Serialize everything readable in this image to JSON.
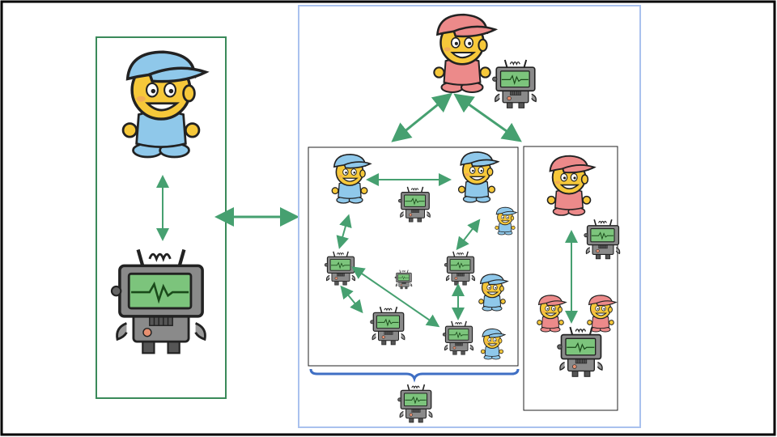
{
  "colors": {
    "frame": "#000000",
    "left_panel": "#3a8a5a",
    "right_panel": "#a9c1ee",
    "arrow": "#46a070",
    "brace": "#3f6fc4",
    "blue_char": "#8fc8ea",
    "pink_char": "#ec8a8a",
    "skin": "#f6c83a",
    "robot_body": "#8a8a8a",
    "robot_screen": "#7cc47c"
  },
  "icons": {
    "human": "child-character-icon",
    "robot": "tv-robot-icon"
  },
  "left_group": {
    "members": [
      "blue-child",
      "robot"
    ]
  },
  "right_group": {
    "top_pair": [
      "pink-child",
      "robot"
    ],
    "inner_network": {
      "agents": [
        "blue-child",
        "blue-child",
        "robot",
        "robot",
        "robot",
        "robot",
        "robot"
      ]
    },
    "side_group": {
      "members": [
        "pink-child",
        "robot",
        "pink-child",
        "pink-child",
        "robot"
      ]
    }
  }
}
